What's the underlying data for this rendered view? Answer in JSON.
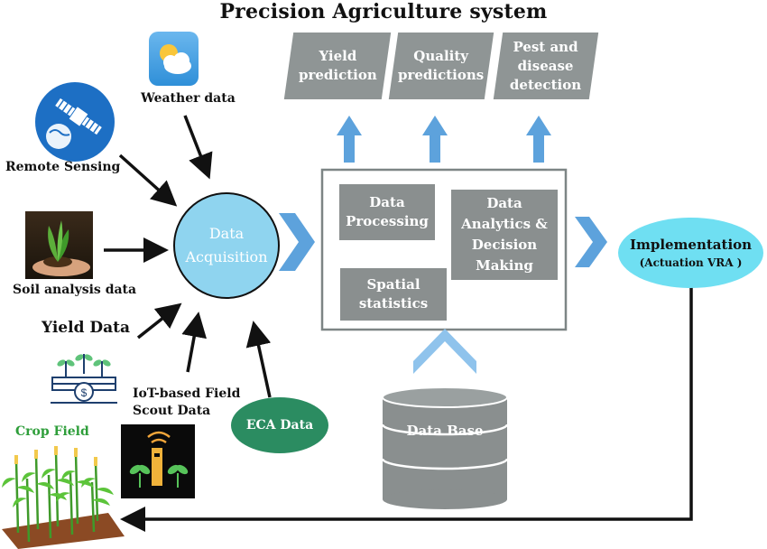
{
  "title": "Precision Agriculture system",
  "outputs": {
    "yield": "Yield\nprediction",
    "quality": "Quality\npredictions",
    "pest": "Pest and\ndisease\ndetection"
  },
  "sources": {
    "weather": "Weather data",
    "remote": "Remote Sensing",
    "soil": "Soil analysis data",
    "yield": "Yield Data",
    "iot": "IoT-based Field\nScout Data",
    "eca": "ECA Data"
  },
  "central": {
    "data_acquisition": "Data\nAcquisition",
    "data_processing": "Data\nProcessing",
    "analytics": "Data\nAnalytics &\nDecision\nMaking",
    "spatial": "Spatial\nstatistics",
    "database": "Data Base"
  },
  "implementation": {
    "title": "Implementation",
    "subtitle": "(Actuation VRA )"
  },
  "crop_field": "Crop Field",
  "colors": {
    "accent_blue": "#5da2dc",
    "acquisition_fill": "#8fd4ef",
    "implementation_fill": "#6fdff2",
    "eca_fill": "#2b8c61",
    "box_gray": "#8a8f8f",
    "crop_green": "#2e9e3a"
  }
}
